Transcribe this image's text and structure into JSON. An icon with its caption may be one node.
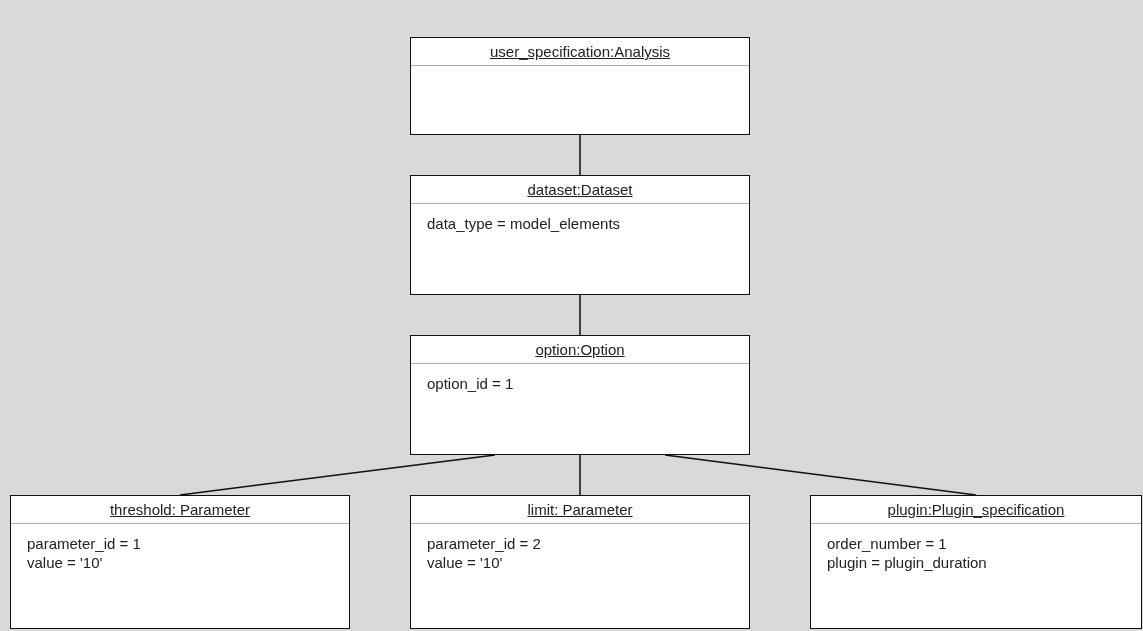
{
  "diagram": {
    "nodes": [
      {
        "text": [
          "user_specification:Analysis"
        ]
      },
      {
        "text": [
          "dataset:Dataset",
          "data_type = model_elements"
        ]
      },
      {
        "text": [
          "option:Option",
          "option_id = 1"
        ]
      },
      {
        "text": [
          "threshold: Parameter",
          "parameter_id = 1",
          "value = '10'"
        ]
      },
      {
        "text": [
          "limit: Parameter",
          "parameter_id = 2",
          "value = '10'"
        ]
      },
      {
        "text": [
          "plugin:Plugin_specification",
          "order_number = 1",
          "plugin = plugin_duration"
        ]
      }
    ],
    "edges": [
      {
        "from": 0,
        "to": 1,
        "arrow": "none"
      },
      {
        "from": 1,
        "to": 2,
        "arrow": "none"
      },
      {
        "from": 2,
        "to": 3,
        "arrow": "none"
      },
      {
        "from": 2,
        "to": 4,
        "arrow": "none"
      },
      {
        "from": 2,
        "to": 5,
        "arrow": "none"
      }
    ]
  }
}
